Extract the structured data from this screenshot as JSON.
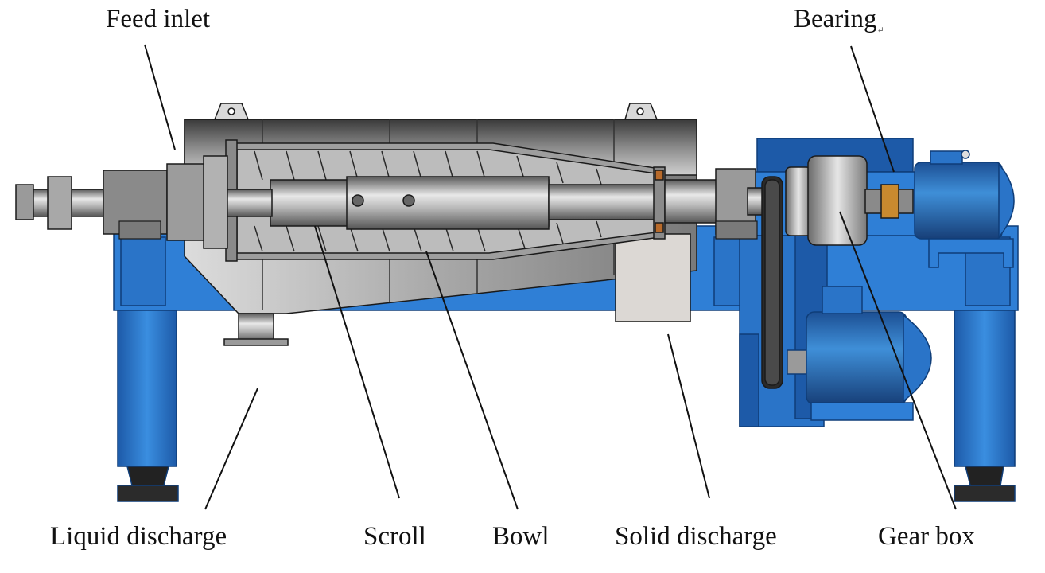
{
  "labels": {
    "feed_inlet": "Feed inlet",
    "bearing": "Bearing",
    "bearing_mark": "↵",
    "liquid_discharge": "Liquid discharge",
    "scroll": "Scroll",
    "bowl": "Bowl",
    "solid_discharge": "Solid discharge",
    "gear_box": "Gear box"
  },
  "colors": {
    "frame_blue": "#2f7fd6",
    "frame_dark": "#1d5aa8",
    "casing_dark": "#4a4a4a",
    "casing_light": "#c9c9c9",
    "steel": "#bdbdbd",
    "outline": "#1a1a1a"
  }
}
